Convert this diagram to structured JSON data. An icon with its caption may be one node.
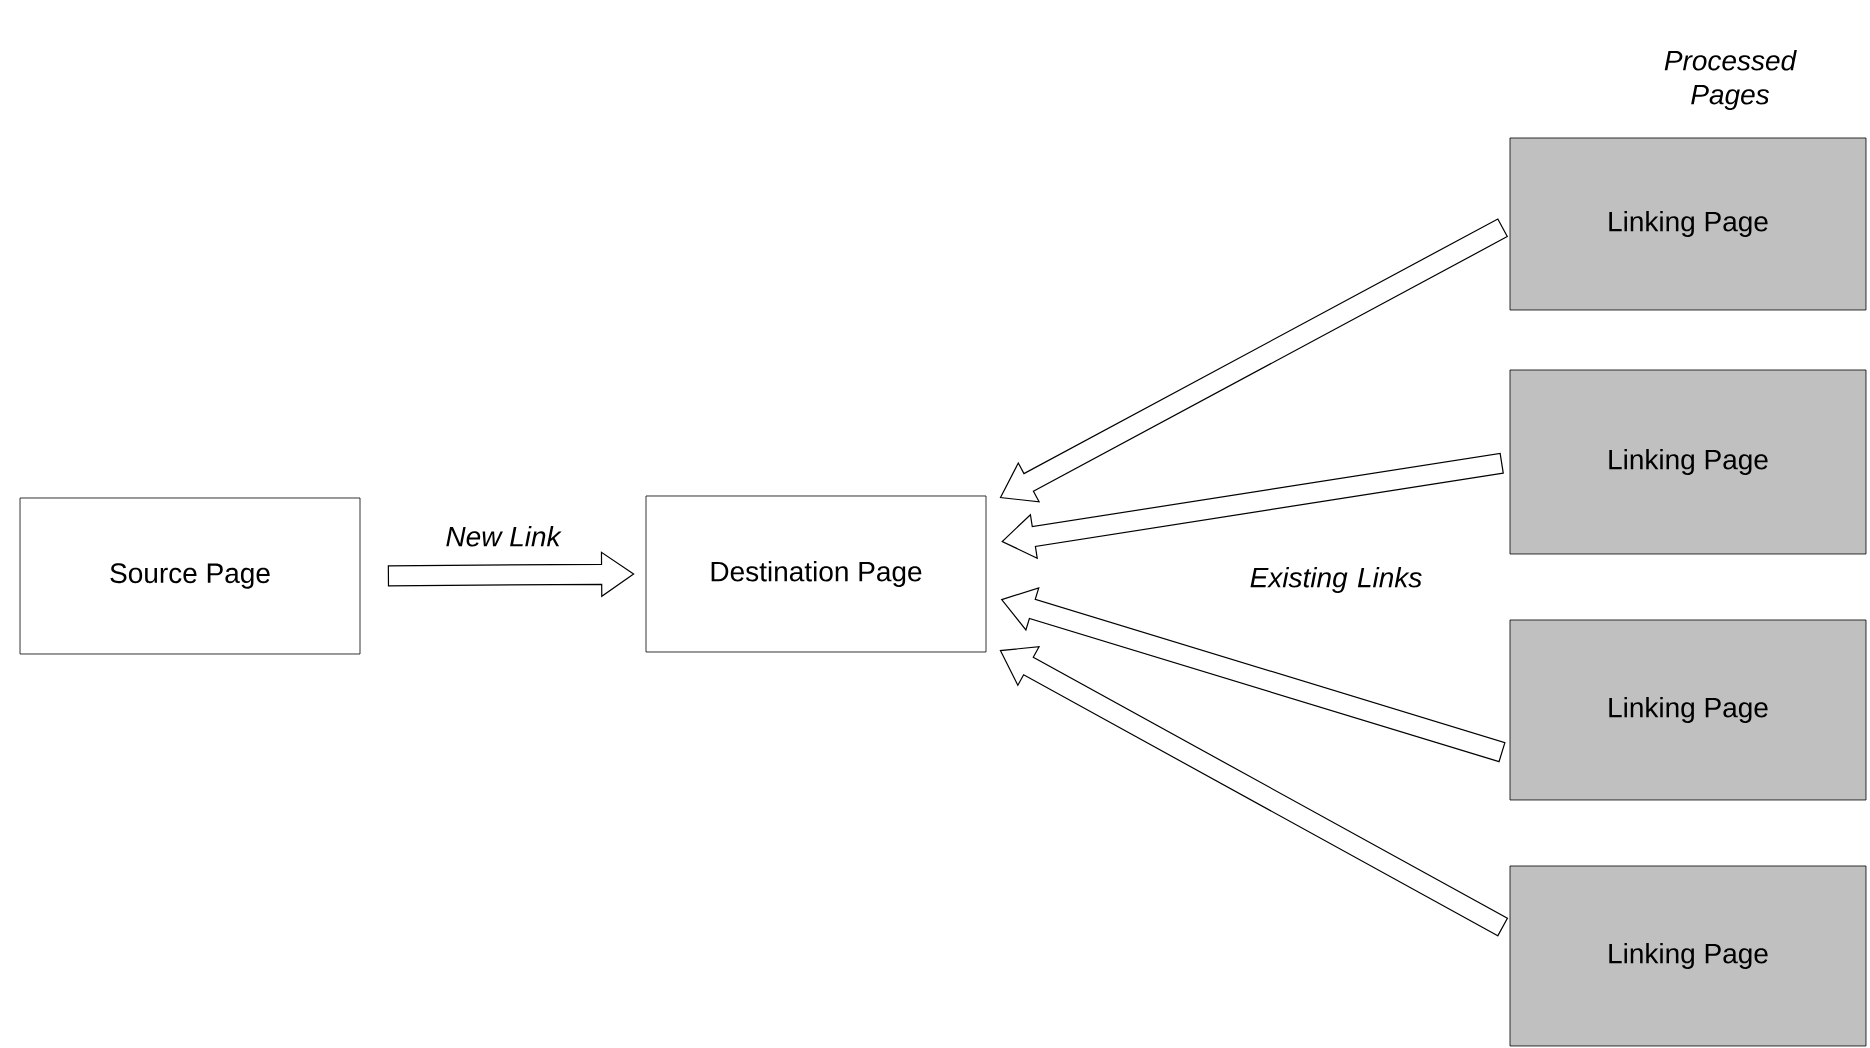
{
  "diagram": {
    "nodes": [
      {
        "text": [
          "Source Page"
        ]
      },
      {
        "text": [
          "Destination Page"
        ]
      },
      {
        "text": [
          "Linking Page"
        ]
      },
      {
        "text": [
          "Linking Page"
        ]
      },
      {
        "text": [
          "Linking Page"
        ]
      },
      {
        "text": [
          "Linking Page"
        ]
      }
    ],
    "edges": [
      {
        "from": 0,
        "to": 1,
        "arrow": "to",
        "label": "New Link"
      },
      {
        "from": 2,
        "to": 1,
        "arrow": "to"
      },
      {
        "from": 3,
        "to": 1,
        "arrow": "to"
      },
      {
        "from": 4,
        "to": 1,
        "arrow": "to"
      },
      {
        "from": 5,
        "to": 1,
        "arrow": "to"
      }
    ],
    "labels": [
      "Processed Pages",
      "Existing Links"
    ]
  }
}
